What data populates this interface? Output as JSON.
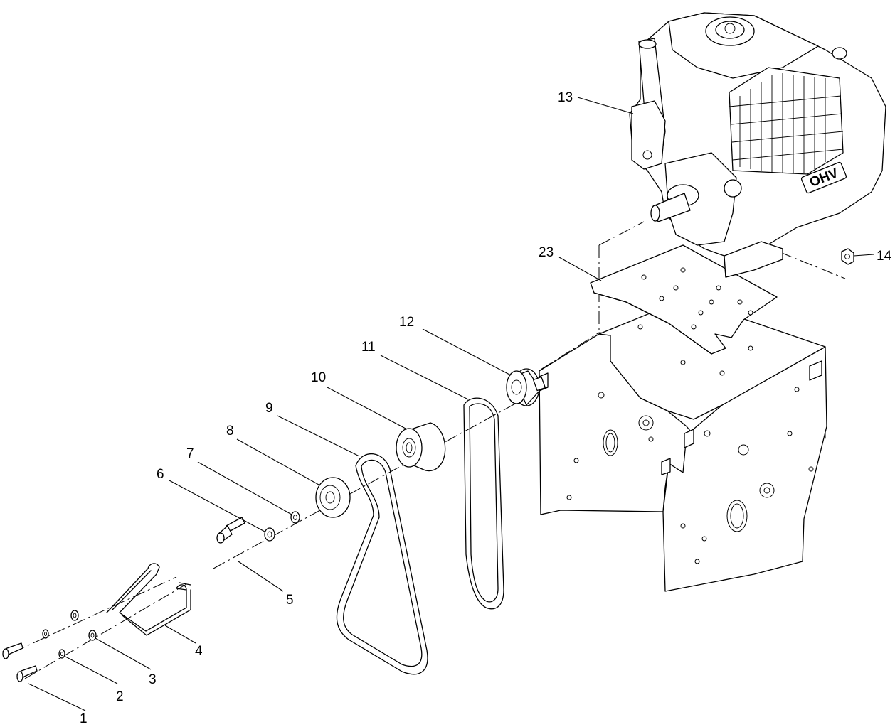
{
  "callouts": [
    {
      "id": "c1",
      "label": "1"
    },
    {
      "id": "c2",
      "label": "2"
    },
    {
      "id": "c3",
      "label": "3"
    },
    {
      "id": "c4",
      "label": "4"
    },
    {
      "id": "c5",
      "label": "5"
    },
    {
      "id": "c6",
      "label": "6"
    },
    {
      "id": "c7",
      "label": "7"
    },
    {
      "id": "c8",
      "label": "8"
    },
    {
      "id": "c9",
      "label": "9"
    },
    {
      "id": "c10",
      "label": "10"
    },
    {
      "id": "c11",
      "label": "11"
    },
    {
      "id": "c12",
      "label": "12"
    },
    {
      "id": "c13",
      "label": "13"
    },
    {
      "id": "c14",
      "label": "14"
    },
    {
      "id": "c23",
      "label": "23"
    }
  ],
  "engine_badge": "OHV",
  "colors": {
    "line": "#000000",
    "background": "#ffffff"
  },
  "icons": {
    "bolts": "hex-bolt-icon",
    "washers": "flat-washer-icon",
    "pulleys": "pulley-icon",
    "belts": "v-belt-icon"
  }
}
